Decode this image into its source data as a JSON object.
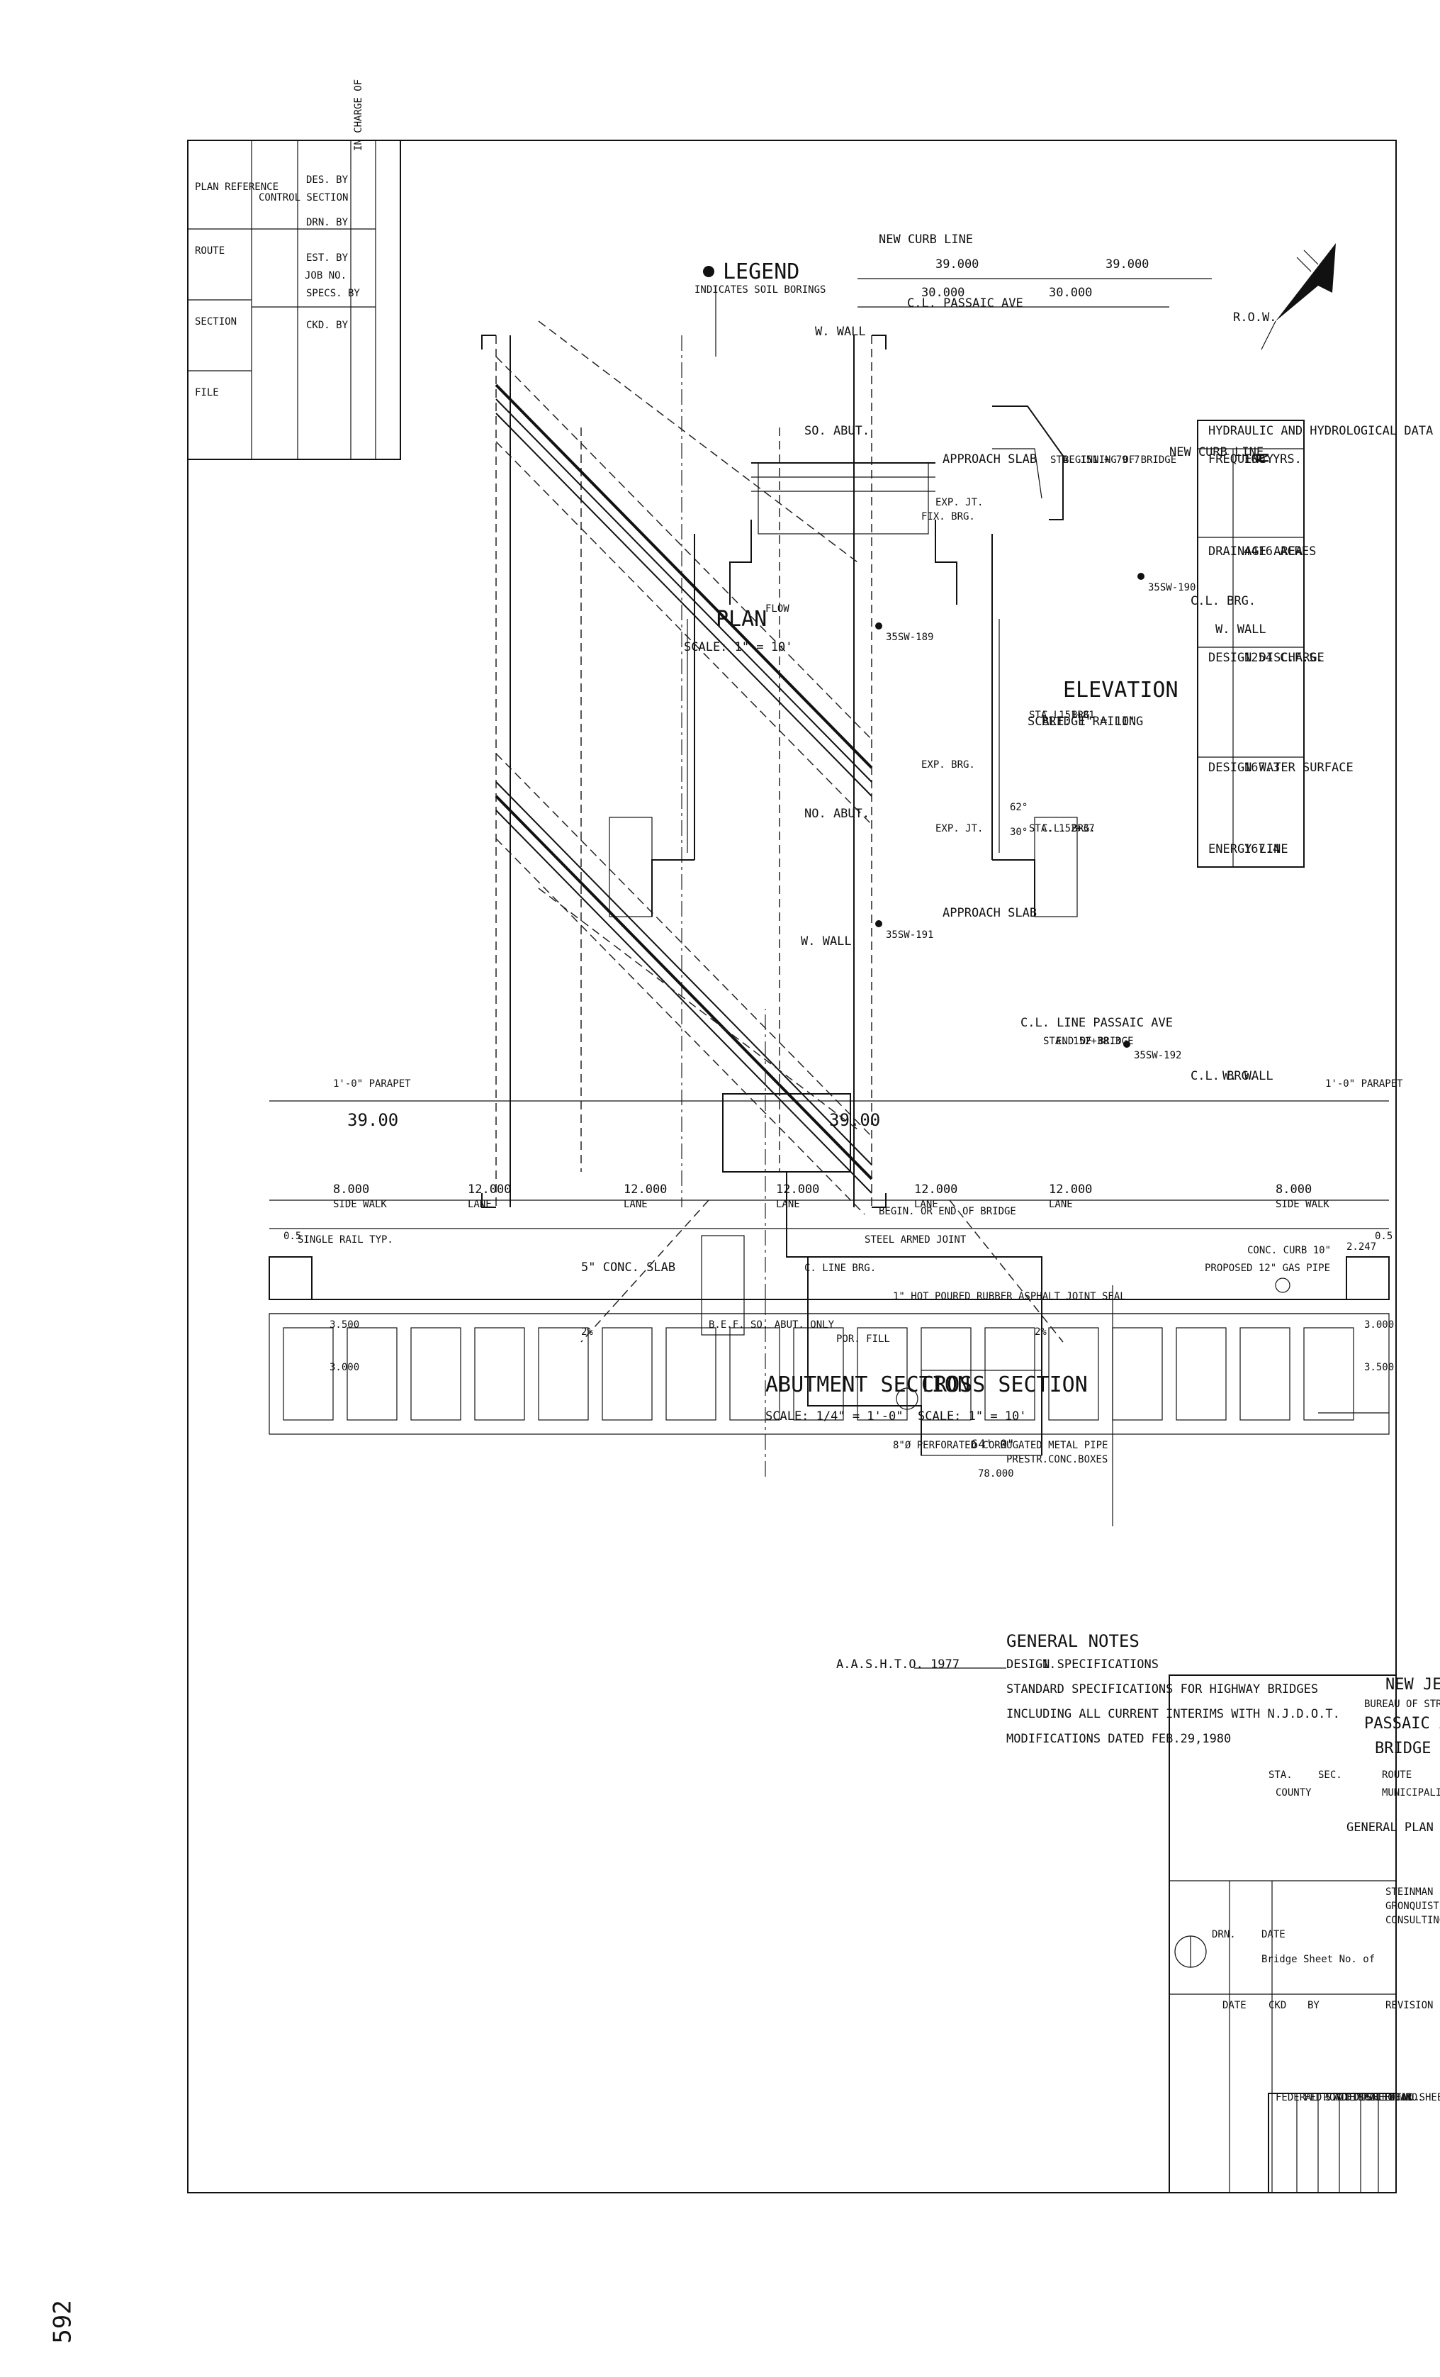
{
  "plan": {
    "title": "PLAN",
    "scale": "SCALE: 1\" = 10'",
    "north": "N",
    "labels": {
      "new_curb_line_top": "NEW CURB LINE",
      "new_curb_line_bottom": "NEW CURB LINE",
      "row": "R.O.W.",
      "cl_passaic": "C.L. PASSAIC AVE",
      "w_wall": "W. WALL",
      "so_abut": "SO. ABUT.",
      "no_abut": "NO. ABUT.",
      "approach_slab": "APPROACH SLAB",
      "beginning": "BEGINNING OF BRIDGE",
      "beginning_sta": "STA. 151 + 79.7",
      "cl_brg1": "C.L. BRG.",
      "cl_brg1_sta": "STA. 151+81",
      "cl_brg2": "C.L. BRG.",
      "cl_brg2_sta": "STA. 152+37",
      "end": "END OF BRIDGE",
      "end_sta": "STA. 152+38.3",
      "flow": "FLOW",
      "angle1": "62°",
      "angle2": "30°",
      "boring1": "35SW-189",
      "boring2": "35SW-190",
      "boring3": "35SW-191",
      "boring4": "35SW-192",
      "dim_39_left": "39.000",
      "dim_39_right": "39.000",
      "dim_30_left": "30.000",
      "dim_30_right": "30.000"
    }
  },
  "legend": {
    "title": "LEGEND",
    "text": "INDICATES SOIL BORINGS"
  },
  "elevation": {
    "title": "ELEVATION",
    "scale": "SCALE: 1\" = 10'",
    "labels": {
      "bridge_railing": "BRIDGE RAILING",
      "exp_jt1": "EXP. JT.",
      "fix_brg": "FIX. BRG.",
      "exp_brg": "EXP. BRG.",
      "exp_jt2": "EXP. JT."
    }
  },
  "reference_table": {
    "headers": [
      "PLAN REFERENCE",
      "ROUTE",
      "SECTION",
      "FILE"
    ],
    "control_section": "CONTROL SECTION",
    "job_no": "JOB NO.",
    "des_by": "DES. BY",
    "ckd_by": "CKD. BY",
    "drn_by": "DRN. BY",
    "est_by": "EST. BY",
    "spec_by": "SPECS. BY",
    "in_charge": "IN CHARGE OF"
  },
  "hydraulic": {
    "title": "HYDRAULIC AND HYDROLOGICAL DATA",
    "rows": [
      {
        "label": "FREQUENCY",
        "value": "100 YRS."
      },
      {
        "label": "DRAINAGE AREA",
        "value": "4416 ACRES"
      },
      {
        "label": "DESIGN DISCHARGE",
        "value": "1254 C.F.S."
      },
      {
        "label": "DESIGN WATER SURFACE",
        "value": "167.3"
      },
      {
        "label": "ENERGY LINE",
        "value": "167.4"
      }
    ]
  },
  "cross_section": {
    "title": "CROSS SECTION",
    "scale": "SCALE: 1\" = 10'",
    "overall_top": "39.00",
    "overall_bottom": "39.00",
    "cl_passaic": "C.L. LINE PASSAIC AVE",
    "parapet_left": "1'-0\" PARAPET",
    "parapet_right": "1'-0\" PARAPET",
    "side_walk_left": "8.000",
    "side_walk_left_label": "SIDE WALK",
    "lanes": [
      "12.000",
      "12.000",
      "12.000",
      "12.000",
      "12.000"
    ],
    "lane_label": "LANE",
    "side_walk_right": "8.000",
    "side_walk_right_label": "SIDE WALK",
    "dim_2247": "2.247",
    "dim_05_left": "0.5",
    "dim_05_right": "0.5",
    "dim_3000_left": "3.000",
    "dim_3500_left": "3.500",
    "dim_3500_right": "3.500",
    "dim_3000_right": "3.000",
    "conc_curb": "CONC. CURB 10\"",
    "gas_pipe": "PROPOSED 12\" GAS PIPE",
    "slope1": "2%",
    "slope2": "2%",
    "conc_slab": "5\" CONC. SLAB",
    "width_64": "64'-0\"",
    "boxes": "PRESTR.CONC.BOXES",
    "width_78": "78.000",
    "single_rail": "SINGLE RAIL TYP."
  },
  "abutment": {
    "title": "ABUTMENT SECTION",
    "scale": "SCALE: 1/4\" = 1'-0\"",
    "labels": {
      "begin_end": "BEGIN. OR END OF BRIDGE",
      "steel_joint": "STEEL ARMED JOINT",
      "cl_brg": "C. LINE BRG.",
      "por_fill": "POR. FILL",
      "rubber": "1\" HOT POURED RUBBER ASPHALT JOINT SEAL",
      "pipe": "8\"Ø PERFORATED CORRUGATED METAL PIPE",
      "bef": "B.E.F. SO. ABUT. ONLY"
    }
  },
  "notes": {
    "title": "GENERAL NOTES",
    "number": "1.",
    "heading": "DESIGN SPECIFICATIONS",
    "line1": "A.A.S.H.T.O. 1977",
    "line2": "STANDARD SPECIFICATIONS FOR HIGHWAY BRIDGES",
    "line3": "INCLUDING ALL CURRENT INTERIMS WITH N.J.D.O.T.",
    "line4": "MODIFICATIONS DATED FEB.29,1980"
  },
  "title_block": {
    "agency": "NEW JERSEY DEPARTMENT OF TRANSPORTATION",
    "bureau": "BUREAU OF STRUCTURAL DESIGN",
    "project": "PASSAIC AVENUE WIDENING",
    "bridge": "BRIDGE OVER DEEPAVAAL BROOK",
    "route": "ROUTE",
    "sec": "SEC.",
    "sta": "STA.",
    "municipality": "MUNICIPALITY",
    "county": "COUNTY",
    "sheet_title": "GENERAL PLAN AND ELEVATION",
    "firm1": "STEINMAN BOYNTON",
    "firm2": "GRONQUIST & BIRDSALL",
    "firm3": "CONSULTING ENGINEERS",
    "date": "DATE",
    "drn": "DRN.",
    "sheet_of": "Bridge Sheet No. of",
    "revision": "REVISION",
    "by": "BY",
    "ckd": "CKD",
    "date2": "DATE"
  },
  "sheet_box": {
    "cols": [
      "FEDERAL ROAD DIST. NO.",
      "FED. AID PROJECT NO.",
      "STATE",
      "FISCAL YEAR",
      "SHEET NO.",
      "TOTAL SHEETS"
    ]
  },
  "page_number": "592"
}
